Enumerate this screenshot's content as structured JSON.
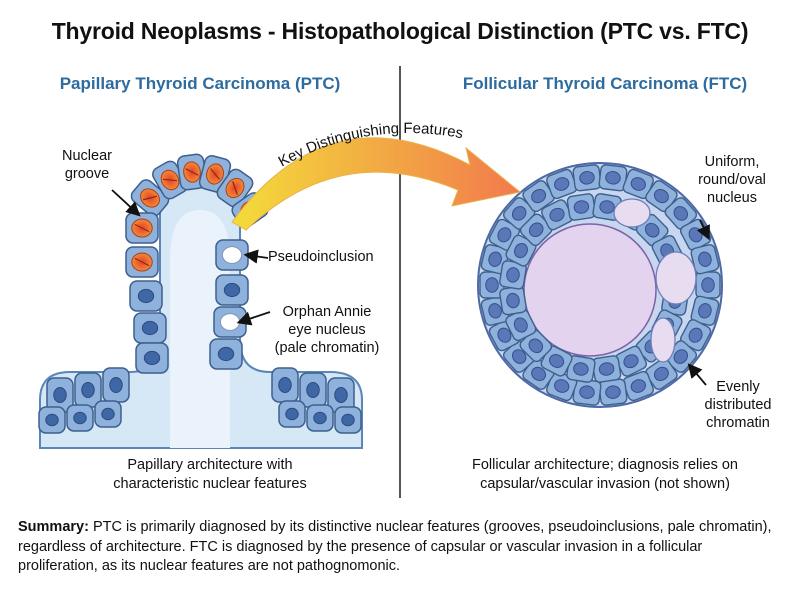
{
  "title": "Thyroid Neoplasms - Histopathological Distinction (PTC vs. FTC)",
  "left": {
    "heading": "Papillary Thyroid Carcinoma (PTC)",
    "labels": {
      "nuclear_groove_1": "Nuclear",
      "nuclear_groove_2": "groove",
      "pseudoinclusion": "Pseudoinclusion",
      "orphan_1": "Orphan Annie",
      "orphan_2": "eye nucleus",
      "orphan_3": "(pale chromatin)"
    },
    "caption_1": "Papillary architecture with",
    "caption_2": "characteristic nuclear features"
  },
  "arrow_label": "Key Distinguishing Features",
  "right": {
    "heading": "Follicular Thyroid Carcinoma (FTC)",
    "labels": {
      "uniform_1": "Uniform,",
      "uniform_2": "round/oval",
      "uniform_3": "nucleus",
      "evenly_1": "Evenly",
      "evenly_2": "distributed",
      "evenly_3": "chromatin"
    },
    "caption_1": "Follicular architecture; diagnosis relies on",
    "caption_2": "capsular/vascular invasion (not shown)"
  },
  "summary": {
    "lead": "Summary:",
    "text": " PTC is primarily diagnosed by its distinctive nuclear features (grooves, pseudoinclusions, pale chromatin), regardless of architecture. FTC is diagnosed by the presence of capsular or vascular invasion in a follicular proliferation, as its nuclear features are not pathognomonic."
  },
  "colors": {
    "heading": "#2e6b9e",
    "cell_fill": "#8fb2dc",
    "cell_stroke": "#3d5f8e",
    "ptc_nucleus": "#e0602a",
    "ftc_nucleus": "#5a77b8",
    "arrow_start": "#f2d430",
    "arrow_end": "#f07a4a"
  }
}
